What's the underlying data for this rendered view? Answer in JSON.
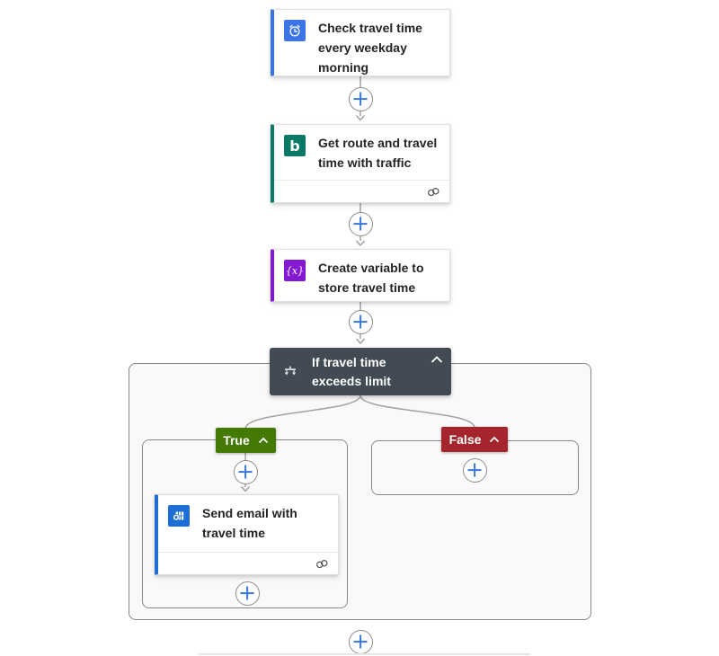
{
  "canvas": {
    "trigger": {
      "title": "Check travel time every weekday morning",
      "icon": "recurrence-clock-icon"
    },
    "actions": {
      "get_route": {
        "title": "Get route and travel time with traffic",
        "icon": "bing-maps-icon",
        "glyph": "b"
      },
      "create_variable": {
        "title": "Create variable to store travel time",
        "icon": "variable-icon",
        "glyph": "{x}"
      },
      "send_email": {
        "title": "Send email with travel time",
        "icon": "outlook-icon"
      }
    },
    "condition": {
      "title": "If travel time exceeds limit",
      "icon": "condition-branch-icon"
    },
    "branches": {
      "true_label": "True",
      "false_label": "False"
    }
  },
  "colors": {
    "trigger_accent": "#3B74E4",
    "bing_accent": "#0A7A66",
    "variable_accent": "#8519D1",
    "outlook_accent": "#1F6ED6",
    "condition_bg": "#424A53",
    "true_badge": "#447906",
    "false_badge": "#A4262C",
    "connector": "#A4A2A0",
    "plus_blue": "#3B76DE"
  }
}
